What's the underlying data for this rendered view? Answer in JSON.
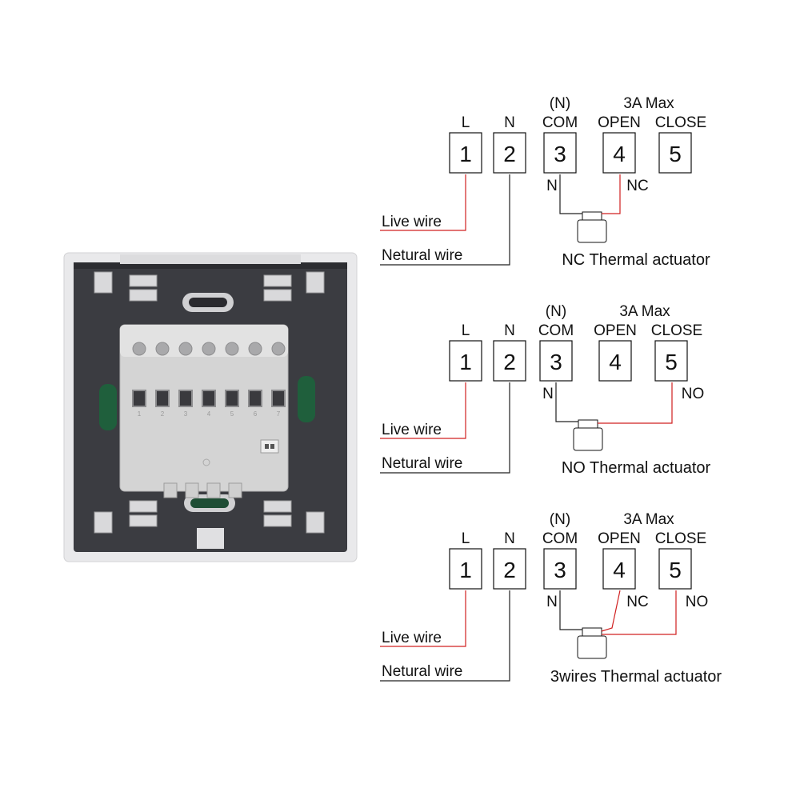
{
  "colors": {
    "live": "#d02020",
    "neutral": "#202020",
    "panel": "#3a3b40",
    "frame": "#e8e8ea",
    "block": "#cfcfcf"
  },
  "device": {
    "terminal_numbers": [
      "1",
      "2",
      "3",
      "4",
      "5",
      "6",
      "7"
    ]
  },
  "diagrams": [
    {
      "header": {
        "com_top": "(N)",
        "max": "3A Max",
        "l": "L",
        "n": "N",
        "com": "COM",
        "open": "OPEN",
        "close": "CLOSE"
      },
      "terminals": [
        "1",
        "2",
        "3",
        "4",
        "5"
      ],
      "labels": {
        "n": "N",
        "nc": "NC"
      },
      "live_wire": "Live wire",
      "neutral_wire": "Netural wire",
      "actuator": "NC Thermal actuator"
    },
    {
      "header": {
        "com_top": "(N)",
        "max": "3A Max",
        "l": "L",
        "n": "N",
        "com": "COM",
        "open": "OPEN",
        "close": "CLOSE"
      },
      "terminals": [
        "1",
        "2",
        "3",
        "4",
        "5"
      ],
      "labels": {
        "n": "N",
        "no": "NO"
      },
      "live_wire": "Live wire",
      "neutral_wire": "Netural wire",
      "actuator": "NO Thermal actuator"
    },
    {
      "header": {
        "com_top": "(N)",
        "max": "3A Max",
        "l": "L",
        "n": "N",
        "com": "COM",
        "open": "OPEN",
        "close": "CLOSE"
      },
      "terminals": [
        "1",
        "2",
        "3",
        "4",
        "5"
      ],
      "labels": {
        "n": "N",
        "nc": "NC",
        "no": "NO"
      },
      "live_wire": "Live wire",
      "neutral_wire": "Netural wire",
      "actuator": "3wires Thermal actuator"
    }
  ]
}
